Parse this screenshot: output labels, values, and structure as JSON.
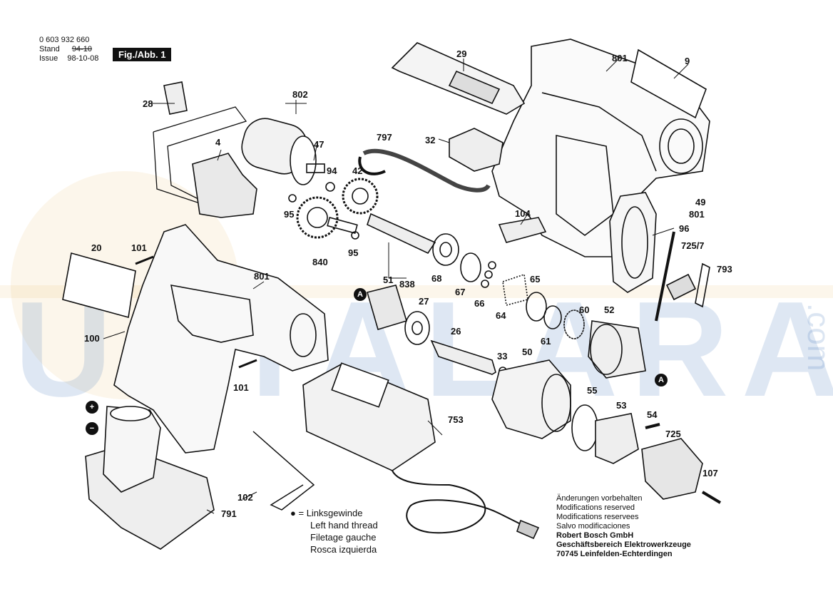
{
  "header": {
    "part_number": "0 603 932 660",
    "stand_label": "Stand",
    "stand_date": "94-10",
    "issue_label": "Issue",
    "issue_date": "98-10-08",
    "figure_label": "Fig./Abb. 1"
  },
  "watermark": {
    "text": "USTALARA",
    "suffix": ".com"
  },
  "part_labels": [
    "28",
    "802",
    "47",
    "4",
    "94",
    "42",
    "797",
    "95",
    "840",
    "95",
    "29",
    "32",
    "801",
    "9",
    "49",
    "801",
    "104",
    "96",
    "725/7",
    "793",
    "20",
    "101",
    "801",
    "51",
    "838",
    "68",
    "67",
    "66",
    "64",
    "65",
    "27",
    "26",
    "60",
    "61",
    "52",
    "33",
    "50",
    "55",
    "100",
    "101",
    "53",
    "54",
    "725",
    "107",
    "753",
    "791",
    "102"
  ],
  "markers": {
    "plus": "+",
    "minus": "−",
    "a": "A"
  },
  "legend": {
    "bullet": "●",
    "lines": [
      "= Linksgewinde",
      "Left hand thread",
      "Filetage gauche",
      "Rosca izquierda"
    ]
  },
  "notes": {
    "lines": [
      "Änderungen vorbehalten",
      "Modifications reserved",
      "Modifications reservees",
      "Salvo modificaciones"
    ],
    "company": [
      "Robert Bosch GmbH",
      "Geschäftsbereich Elektrowerkzeuge",
      "70745 Leinfelden-Echterdingen"
    ]
  }
}
